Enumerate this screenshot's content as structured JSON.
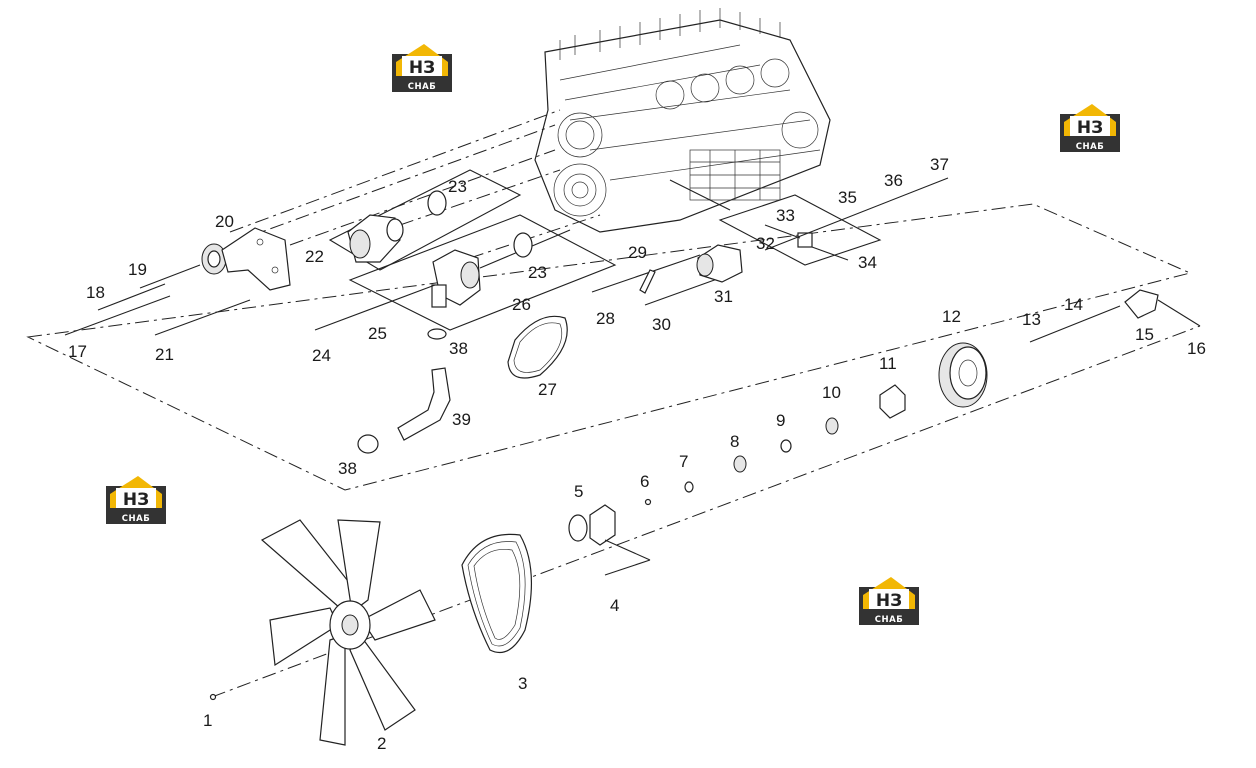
{
  "watermark": {
    "top": "НЗ",
    "bottom": "СНАБ",
    "color_gold": "#f2b705",
    "color_dark": "#333333"
  },
  "callouts": [
    "1",
    "2",
    "3",
    "4",
    "5",
    "6",
    "7",
    "8",
    "9",
    "10",
    "11",
    "12",
    "13",
    "14",
    "15",
    "16",
    "17",
    "18",
    "19",
    "20",
    "21",
    "22",
    "23",
    "23",
    "24",
    "25",
    "26",
    "27",
    "28",
    "29",
    "30",
    "31",
    "32",
    "33",
    "34",
    "35",
    "36",
    "37",
    "38",
    "38",
    "39"
  ]
}
